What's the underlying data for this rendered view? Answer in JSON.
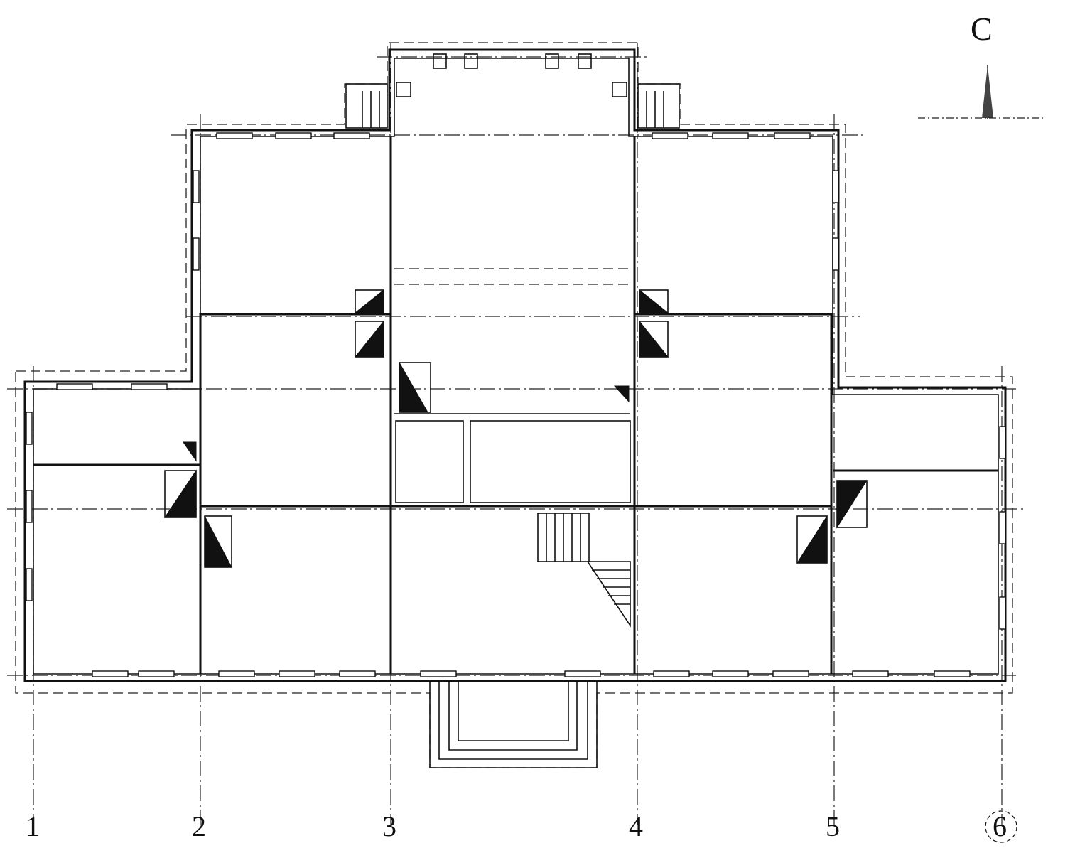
{
  "north": {
    "label": "C"
  },
  "axes": [
    "1",
    "2",
    "3",
    "4",
    "5",
    "6"
  ]
}
